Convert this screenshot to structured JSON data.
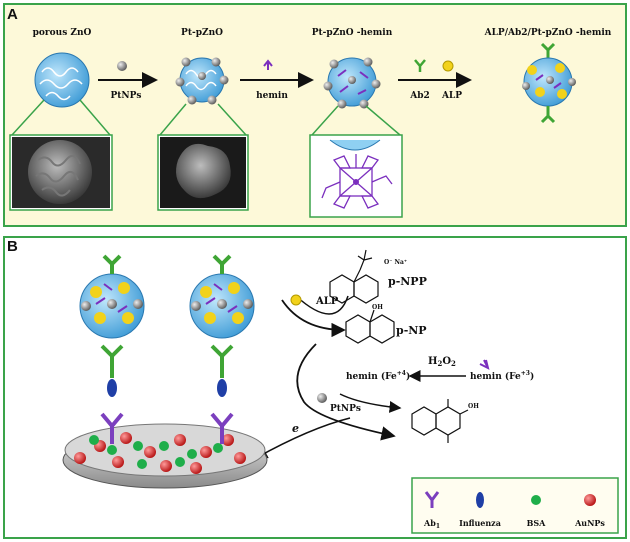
{
  "panel_a": {
    "label": "A",
    "stages": [
      "porous ZnO",
      "Pt-pZnO",
      "Pt-pZnO -hemin",
      "ALP/Ab2/Pt-pZnO -hemin"
    ],
    "arrow_labels": [
      "PtNPs",
      "hemin",
      "Ab2",
      "ALP"
    ]
  },
  "panel_b": {
    "label": "B",
    "pnpp": "p-NPP",
    "alp": "ALP",
    "pnp": "p-NP",
    "h2o2": "H2O2",
    "hemin_fe4": "hemin (Fe+4)",
    "hemin_fe3": "hemin (Fe+3)",
    "ptnps": "PtNPs",
    "electron": "e",
    "legend": [
      "Ab1",
      "Influenza",
      "BSA",
      "AuNPs"
    ]
  },
  "colors": {
    "border": "#3aa34a",
    "panel_a_bg": "#fdf9d9",
    "zno": "#5fb6e6",
    "hemin": "#7b2fbe",
    "antibody": "#3fa535",
    "alp": "#f2d21b",
    "influenza": "#1f3fa6",
    "bsa": "#1fae4a",
    "aunp": "#d91f1f"
  }
}
